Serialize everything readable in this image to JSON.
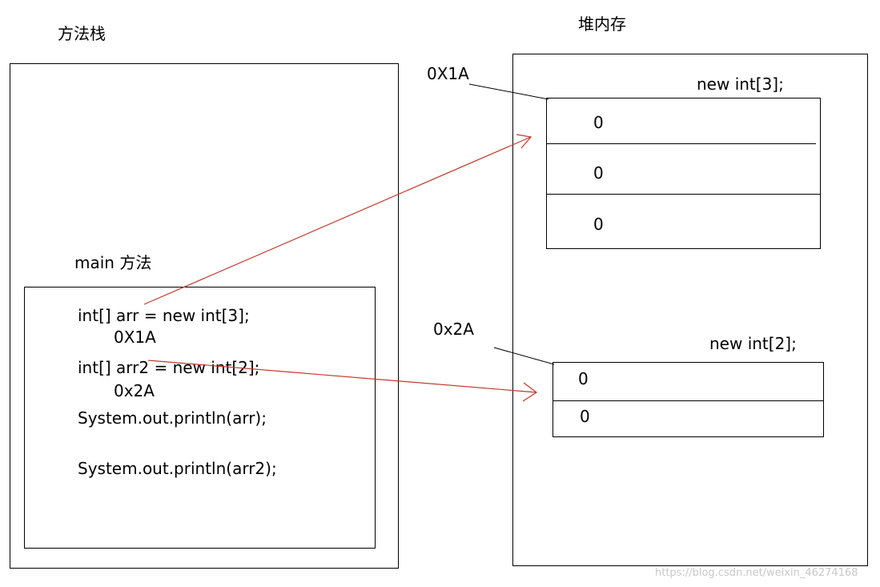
{
  "stack": {
    "title": "方法栈",
    "method_label": "main 方法",
    "code_lines": [
      "int[] arr = new int[3];",
      "0X1A",
      "int[] arr2 = new int[2];",
      "0x2A",
      "System.out.println(arr);",
      "System.out.println(arr2);"
    ]
  },
  "heap": {
    "title": "堆内存",
    "array1": {
      "address": "0X1A",
      "label": "new int[3];",
      "cells": [
        "0",
        "0",
        "0"
      ]
    },
    "array2": {
      "address": "0x2A",
      "label": "new int[2];",
      "cells": [
        "0",
        "0"
      ]
    }
  },
  "colors": {
    "arrow": "#c0392b",
    "border": "#000000",
    "watermark": "#c8c8c8"
  },
  "watermark": "https://blog.csdn.net/weixin_46274168"
}
